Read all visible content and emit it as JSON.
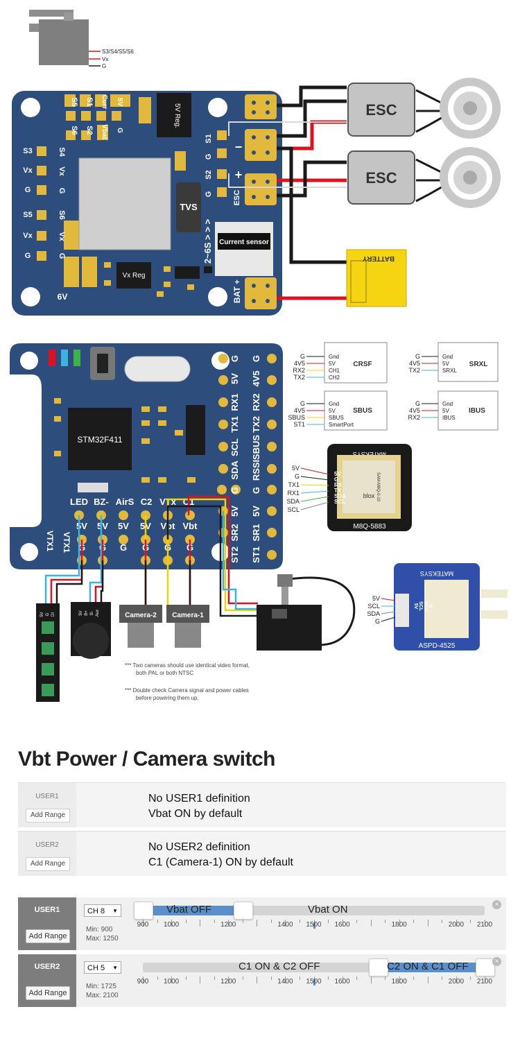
{
  "servo": {
    "labels": [
      "S3/S4/S5/S6",
      "Vx",
      "G"
    ]
  },
  "top_board": {
    "left_pins": [
      "S3",
      "S4",
      "Vx",
      "Vx",
      "G",
      "G",
      "S6",
      "S5",
      "Vx",
      "Vx",
      "G",
      "G"
    ],
    "top_pins": [
      "S5",
      "S6",
      "S1",
      "S2",
      "Curr",
      "Vbat",
      "5V",
      "G"
    ],
    "chips": {
      "reg5v": "5V Reg.",
      "tvs": "TVS",
      "vxreg": "Vx Reg",
      "current_sensor": "Current sensor"
    },
    "bottom_label": "6V",
    "right_labels": {
      "s1": "S1",
      "g1": "G",
      "s2": "S2",
      "g2": "G",
      "esc": "ESC",
      "range": "2~6S > > >",
      "bat": "BAT +"
    },
    "signs": {
      "minus": "−",
      "plus": "+"
    }
  },
  "esc": {
    "label": "ESC"
  },
  "battery": {
    "label": "BATTERY"
  },
  "fc_board": {
    "chip": "STM32F411",
    "right_col1": [
      "G",
      "5V",
      "RX1",
      "TX1",
      "SCL",
      "SDA",
      "G",
      "5V",
      "SR2",
      "ST2"
    ],
    "right_col2": [
      "G",
      "4V5",
      "RX2",
      "TX2",
      "SBUS",
      "RSSI",
      "G",
      "5V",
      "SR1",
      "ST1"
    ],
    "bottom_row": [
      "LED",
      "BZ-",
      "AirS",
      "C2",
      "VTx",
      "C1"
    ],
    "bottom_row2": [
      "5V",
      "5V",
      "5V",
      "5V",
      "Vbt",
      "Vbt"
    ],
    "left_vert": "VTX1",
    "left_vert2": "VTX1",
    "g": "G"
  },
  "receivers": [
    {
      "name": "CRSF",
      "left": [
        "G",
        "4V5",
        "RX2",
        "TX2"
      ],
      "right": [
        "Gnd",
        "5V",
        "CH1",
        "CH2"
      ]
    },
    {
      "name": "SRXL",
      "left": [
        "G",
        "4V5",
        "TX2"
      ],
      "right": [
        "Gnd",
        "5V",
        "SRXL"
      ]
    },
    {
      "name": "SBUS",
      "left": [
        "G",
        "4V5",
        "SBUS",
        "ST1"
      ],
      "right": [
        "Gnd",
        "5V",
        "SBUS",
        "SmartPort"
      ]
    },
    {
      "name": "IBUS",
      "left": [
        "G",
        "4V5",
        "RX2"
      ],
      "right": [
        "Gnd",
        "5V",
        "IBUS"
      ]
    }
  ],
  "gps": {
    "brand": "MATEKSYS",
    "model": "M8Q-5883",
    "left": [
      "5V",
      "G",
      "TX1",
      "RX1",
      "SDA",
      "SCL"
    ],
    "pins": [
      "5V",
      "G",
      "RX",
      "TX",
      "SDA",
      "SCL"
    ],
    "chip": "blox",
    "chip_code": "SAM-M8Q-0-10"
  },
  "aspd": {
    "brand": "MATEKSYS",
    "model": "ASPD-4525",
    "left": [
      "5V",
      "SCL",
      "SDA",
      "G"
    ],
    "pins": [
      "5V",
      "SCL",
      "SDA",
      "G"
    ]
  },
  "cameras": [
    "Camera-2",
    "Camera-1"
  ],
  "led_strip_pins": [
    "5V",
    "G",
    "DI"
  ],
  "buzzer_pins": [
    "5V",
    "B+",
    "B-",
    "Aux"
  ],
  "notes": [
    "*** Two cameras should use identical video format,",
    "both PAL or both NTSC",
    "*** Double check Camera signal and power cables",
    "before powering them up."
  ],
  "section_title": "Vbt Power / Camera switch",
  "presets": [
    {
      "name": "USER1",
      "button": "Add Range",
      "lines": [
        "No USER1 definition",
        "Vbat ON by default"
      ]
    },
    {
      "name": "USER2",
      "button": "Add Range",
      "lines": [
        "No USER2 definition",
        "C1 (Camera-1) ON by default"
      ]
    }
  ],
  "modes": [
    {
      "name": "USER1",
      "button": "Add Range",
      "channel": "CH 8",
      "min_label": "Min: 900",
      "max_label": "Max: 1250",
      "range_min": 900,
      "range_max": 1250,
      "marker": 1500,
      "segments": [
        "Vbat OFF",
        "Vbat ON"
      ]
    },
    {
      "name": "USER2",
      "button": "Add Range",
      "channel": "CH 5",
      "min_label": "Min: 1725",
      "max_label": "Max: 2100",
      "range_min": 1725,
      "range_max": 2100,
      "marker": 1500,
      "segments": [
        "C1 ON & C2 OFF",
        "C2 ON & C1 OFF"
      ]
    }
  ],
  "scale": {
    "min": 900,
    "max": 2100,
    "labels": [
      900,
      1000,
      1200,
      1400,
      1500,
      1600,
      1800,
      2000,
      2100
    ]
  },
  "close": "×",
  "colors": {
    "board": "#2d4d7c",
    "pad": "#e2b93b",
    "esc": "#c4c4c4",
    "battery": "#f5d411",
    "wire_red": "#e0101c",
    "wire_black": "#1a1a1a",
    "wire_white": "#d8d8d8",
    "wire_yellow": "#f2d300",
    "wire_blue": "#3ab3e4",
    "slider_fill": "#5b8fc9"
  }
}
